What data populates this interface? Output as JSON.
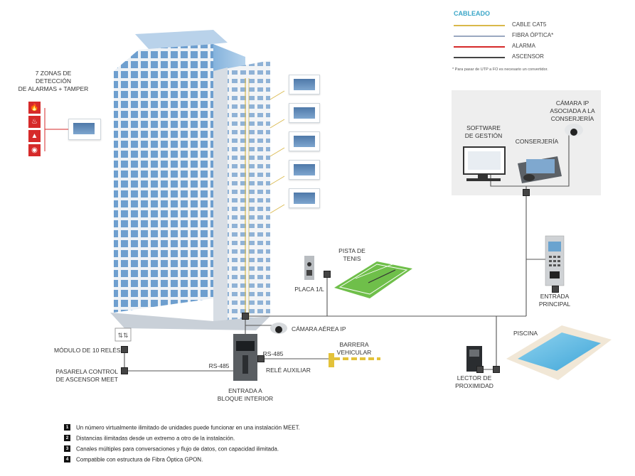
{
  "legend": {
    "title": "CABLEADO",
    "items": [
      {
        "label": "CABLE CAT5",
        "color": "#d9b84a"
      },
      {
        "label": "FIBRA ÓPTICA*",
        "color": "#9aa8c0"
      },
      {
        "label": "ALARMA",
        "color": "#d62a2a"
      },
      {
        "label": "ASCENSOR",
        "color": "#444444"
      }
    ],
    "note": "* Para pasar de UTP a FO es necesario un convertidor."
  },
  "labels": {
    "alarm_zones": [
      "7 ZONAS DE",
      "DETECCIÓN",
      "DE ALARMAS + TAMPER"
    ],
    "camera_concierge": [
      "CÁMARA IP",
      "ASOCIADA A LA",
      "CONSERJERÍA"
    ],
    "software": [
      "SOFTWARE",
      "DE GESTIÓN"
    ],
    "concierge": "CONSERJERÍA",
    "tennis": [
      "PISTA DE",
      "TENIS"
    ],
    "placa": "PLACA 1/L",
    "main_entrance": [
      "ENTRADA",
      "PRINCIPAL"
    ],
    "aerial_camera": "CÁMARA AÉREA IP",
    "relay_module": "MÓDULO DE 10 RELÉS",
    "barrier": [
      "BARRERA",
      "VEHICULAR"
    ],
    "rs485_left": "RS-485",
    "rs485_right": "RS-485",
    "aux_relay": "RELÉ AUXILIAR",
    "elevator_gateway": [
      "PASARELA CONTROL",
      "DE ASCENSOR MEET"
    ],
    "interior_entrance": [
      "ENTRADA A",
      "BLOQUE INTERIOR"
    ],
    "pool": "PISCINA",
    "proximity_reader": [
      "LECTOR DE",
      "PROXIMIDAD"
    ]
  },
  "notes": [
    {
      "num": "1",
      "text": "Un número virtualmente ilimitado de unidades puede funcionar en una instalación MEET."
    },
    {
      "num": "2",
      "text": "Distancias ilimitadas desde un extremo a otro de la instalación."
    },
    {
      "num": "3",
      "text": "Canales múltiples para conversaciones y flujo de datos, con capacidad ilimitada."
    },
    {
      "num": "4",
      "text": "Compatible con estructura de Fibra Óptica GPON."
    }
  ],
  "icons": {
    "alarms": [
      "fire-alarm-icon",
      "gas-alarm-icon",
      "flame-alarm-icon",
      "water-alarm-icon"
    ]
  },
  "colors": {
    "cat5": "#d9b84a",
    "fiber": "#9aa8c0",
    "alarm": "#d62a2a",
    "elevator": "#444444",
    "accent": "#3aa6c7"
  }
}
